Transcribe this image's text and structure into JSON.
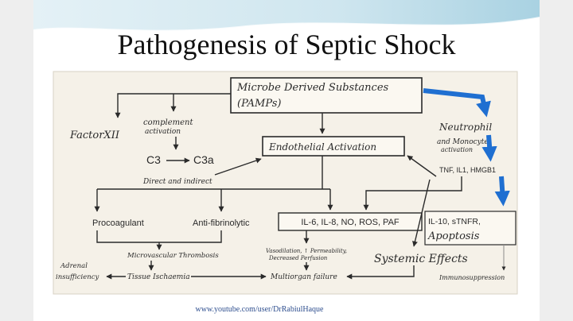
{
  "slide": {
    "title": "Pathogenesis of Septic Shock",
    "footer_url": "www.youtube.com/user/DrRabiulHaque"
  },
  "diagram": {
    "microbe": [
      "Microbe Derived Substances",
      "(PAMPs)"
    ],
    "factor_xii": "FactorXII",
    "complement": [
      "complement",
      "activation"
    ],
    "c3": "C3",
    "c3a": "C3a",
    "direct_indirect": "Direct and indirect",
    "endothelial": "Endothelial Activation",
    "neutrophil": "Neutrophil",
    "monocyte": [
      "and Monocyte",
      "activation"
    ],
    "cytokines": "TNF, IL1, HMGB1",
    "procoagulant": "Procoagulant",
    "antifibrinolytic": "Anti-fibrinolytic",
    "mediators": "IL-6, IL-8, NO, ROS, PAF",
    "anti_inflammatory": "IL-10, sTNFR,",
    "apoptosis": "Apoptosis",
    "microvascular": "Microvascular Thrombosis",
    "vasodilation": [
      "Vasodilation, ↑ Permeability,",
      "Decreased Perfusion"
    ],
    "systemic_effects": "Systemic Effects",
    "adrenal": [
      "Adrenal",
      "insufficiency"
    ],
    "tissue_ischaemia": "Tissue Ischaemia",
    "multiorgan": "Multiorgan failure",
    "immunosuppression": "Immunosuppression"
  },
  "colors": {
    "accent_arrow": "#1f6fd1",
    "board": "#f5f1e8",
    "ink": "#2a2a2a",
    "header_wave": "#b9dbe7"
  }
}
